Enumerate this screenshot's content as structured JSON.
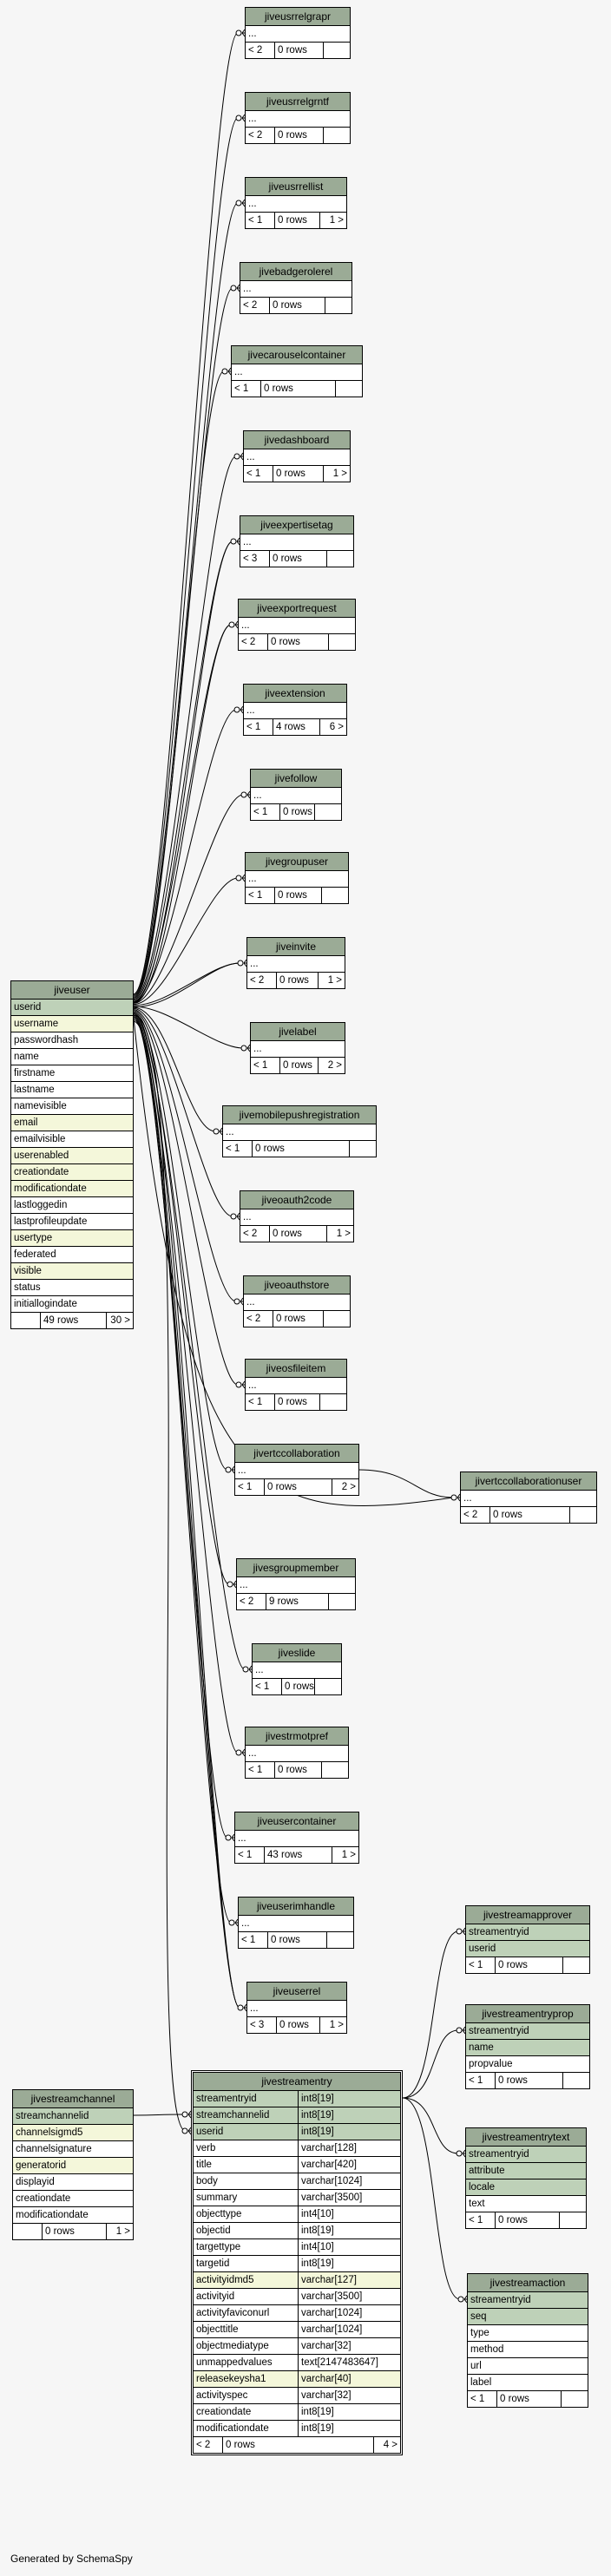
{
  "footer": "Generated by SchemaSpy",
  "colors": {
    "header": "#9bab96",
    "primary_key": "#bed1b8",
    "indexed": "#f4f7da",
    "background": "#f6f6f6"
  },
  "tables": {
    "jiveusrrelgrapr": {
      "name": "jiveusrrelgrapr",
      "columns": [
        "..."
      ],
      "footer": [
        "< 2",
        "0 rows",
        ""
      ]
    },
    "jiveusrrelgrntf": {
      "name": "jiveusrrelgrntf",
      "columns": [
        "..."
      ],
      "footer": [
        "< 2",
        "0 rows",
        ""
      ]
    },
    "jiveusrrellist": {
      "name": "jiveusrrellist",
      "columns": [
        "..."
      ],
      "footer": [
        "< 1",
        "0 rows",
        "1 >"
      ]
    },
    "jivebadgerolerel": {
      "name": "jivebadgerolerel",
      "columns": [
        "..."
      ],
      "footer": [
        "< 2",
        "0 rows",
        ""
      ]
    },
    "jivecarouselcontainer": {
      "name": "jivecarouselcontainer",
      "columns": [
        "..."
      ],
      "footer": [
        "< 1",
        "0 rows",
        ""
      ]
    },
    "jivedashboard": {
      "name": "jivedashboard",
      "columns": [
        "..."
      ],
      "footer": [
        "< 1",
        "0 rows",
        "1 >"
      ]
    },
    "jiveexpertisetag": {
      "name": "jiveexpertisetag",
      "columns": [
        "..."
      ],
      "footer": [
        "< 3",
        "0 rows",
        ""
      ]
    },
    "jiveexportrequest": {
      "name": "jiveexportrequest",
      "columns": [
        "..."
      ],
      "footer": [
        "< 2",
        "0 rows",
        ""
      ]
    },
    "jiveextension": {
      "name": "jiveextension",
      "columns": [
        "..."
      ],
      "footer": [
        "< 1",
        "4 rows",
        "6 >"
      ]
    },
    "jivefollow": {
      "name": "jivefollow",
      "columns": [
        "..."
      ],
      "footer": [
        "< 1",
        "0 rows",
        ""
      ]
    },
    "jivegroupuser": {
      "name": "jivegroupuser",
      "columns": [
        "..."
      ],
      "footer": [
        "< 1",
        "0 rows",
        ""
      ]
    },
    "jiveinvite": {
      "name": "jiveinvite",
      "columns": [
        "..."
      ],
      "footer": [
        "< 2",
        "0 rows",
        "1 >"
      ]
    },
    "jivelabel": {
      "name": "jivelabel",
      "columns": [
        "..."
      ],
      "footer": [
        "< 1",
        "0 rows",
        "2 >"
      ]
    },
    "jivemobilepushregistration": {
      "name": "jivemobilepushregistration",
      "columns": [
        "..."
      ],
      "footer": [
        "< 1",
        "0 rows",
        ""
      ]
    },
    "jiveoauth2code": {
      "name": "jiveoauth2code",
      "columns": [
        "..."
      ],
      "footer": [
        "< 2",
        "0 rows",
        "1 >"
      ]
    },
    "jiveoauthstore": {
      "name": "jiveoauthstore",
      "columns": [
        "..."
      ],
      "footer": [
        "< 2",
        "0 rows",
        ""
      ]
    },
    "jiveosfileitem": {
      "name": "jiveosfileitem",
      "columns": [
        "..."
      ],
      "footer": [
        "< 1",
        "0 rows",
        ""
      ]
    },
    "jivertccollaboration": {
      "name": "jivertccollaboration",
      "columns": [
        "..."
      ],
      "footer": [
        "< 1",
        "0 rows",
        "2 >"
      ]
    },
    "jivertccollaborationuser": {
      "name": "jivertccollaborationuser",
      "columns": [
        "..."
      ],
      "footer": [
        "< 2",
        "0 rows",
        ""
      ]
    },
    "jivesgroupmember": {
      "name": "jivesgroupmember",
      "columns": [
        "..."
      ],
      "footer": [
        "< 2",
        "9 rows",
        ""
      ]
    },
    "jiveslide": {
      "name": "jiveslide",
      "columns": [
        "..."
      ],
      "footer": [
        "< 1",
        "0 rows",
        ""
      ]
    },
    "jivestrmotpref": {
      "name": "jivestrmotpref",
      "columns": [
        "..."
      ],
      "footer": [
        "< 1",
        "0 rows",
        ""
      ]
    },
    "jiveusercontainer": {
      "name": "jiveusercontainer",
      "columns": [
        "..."
      ],
      "footer": [
        "< 1",
        "43 rows",
        "1 >"
      ]
    },
    "jiveuserimhandle": {
      "name": "jiveuserimhandle",
      "columns": [
        "..."
      ],
      "footer": [
        "< 1",
        "0 rows",
        ""
      ]
    },
    "jiveuserrel": {
      "name": "jiveuserrel",
      "columns": [
        "..."
      ],
      "footer": [
        "< 3",
        "0 rows",
        "1 >"
      ]
    },
    "jiveuser": {
      "name": "jiveuser",
      "columns": [
        "userid",
        "username",
        "passwordhash",
        "name",
        "firstname",
        "lastname",
        "namevisible",
        "email",
        "emailvisible",
        "userenabled",
        "creationdate",
        "modificationdate",
        "lastloggedin",
        "lastprofileupdate",
        "usertype",
        "federated",
        "visible",
        "status",
        "initiallogindate"
      ],
      "footer": [
        "",
        "49 rows",
        "30 >"
      ]
    },
    "jivestreamchannel": {
      "name": "jivestreamchannel",
      "columns": [
        "streamchannelid",
        "channelsigmd5",
        "channelsignature",
        "generatorid",
        "displayid",
        "creationdate",
        "modificationdate"
      ],
      "footer": [
        "",
        "0 rows",
        "1 >"
      ]
    },
    "jivestreamentry": {
      "name": "jivestreamentry",
      "columns": [
        [
          "streamentryid",
          "int8[19]"
        ],
        [
          "streamchannelid",
          "int8[19]"
        ],
        [
          "userid",
          "int8[19]"
        ],
        [
          "verb",
          "varchar[128]"
        ],
        [
          "title",
          "varchar[420]"
        ],
        [
          "body",
          "varchar[1024]"
        ],
        [
          "summary",
          "varchar[3500]"
        ],
        [
          "objecttype",
          "int4[10]"
        ],
        [
          "objectid",
          "int8[19]"
        ],
        [
          "targettype",
          "int4[10]"
        ],
        [
          "targetid",
          "int8[19]"
        ],
        [
          "activityidmd5",
          "varchar[127]"
        ],
        [
          "activityid",
          "varchar[3500]"
        ],
        [
          "activityfaviconurl",
          "varchar[1024]"
        ],
        [
          "objecttitle",
          "varchar[1024]"
        ],
        [
          "objectmediatype",
          "varchar[32]"
        ],
        [
          "unmappedvalues",
          "text[2147483647]"
        ],
        [
          "releasekeysha1",
          "varchar[40]"
        ],
        [
          "activityspec",
          "varchar[32]"
        ],
        [
          "creationdate",
          "int8[19]"
        ],
        [
          "modificationdate",
          "int8[19]"
        ]
      ],
      "footer": [
        "< 2",
        "0 rows",
        "4 >"
      ]
    },
    "jivestreamapprover": {
      "name": "jivestreamapprover",
      "columns": [
        "streamentryid",
        "userid"
      ],
      "footer": [
        "< 1",
        "0 rows",
        ""
      ]
    },
    "jivestreamentryprop": {
      "name": "jivestreamentryprop",
      "columns": [
        "streamentryid",
        "name",
        "propvalue"
      ],
      "footer": [
        "< 1",
        "0 rows",
        ""
      ]
    },
    "jivestreamentrytext": {
      "name": "jivestreamentrytext",
      "columns": [
        "streamentryid",
        "attribute",
        "locale",
        "text"
      ],
      "footer": [
        "< 1",
        "0 rows",
        ""
      ]
    },
    "jivestreamaction": {
      "name": "jivestreamaction",
      "columns": [
        "streamentryid",
        "seq",
        "type",
        "method",
        "url",
        "label"
      ],
      "footer": [
        "< 1",
        "0 rows",
        ""
      ]
    }
  }
}
